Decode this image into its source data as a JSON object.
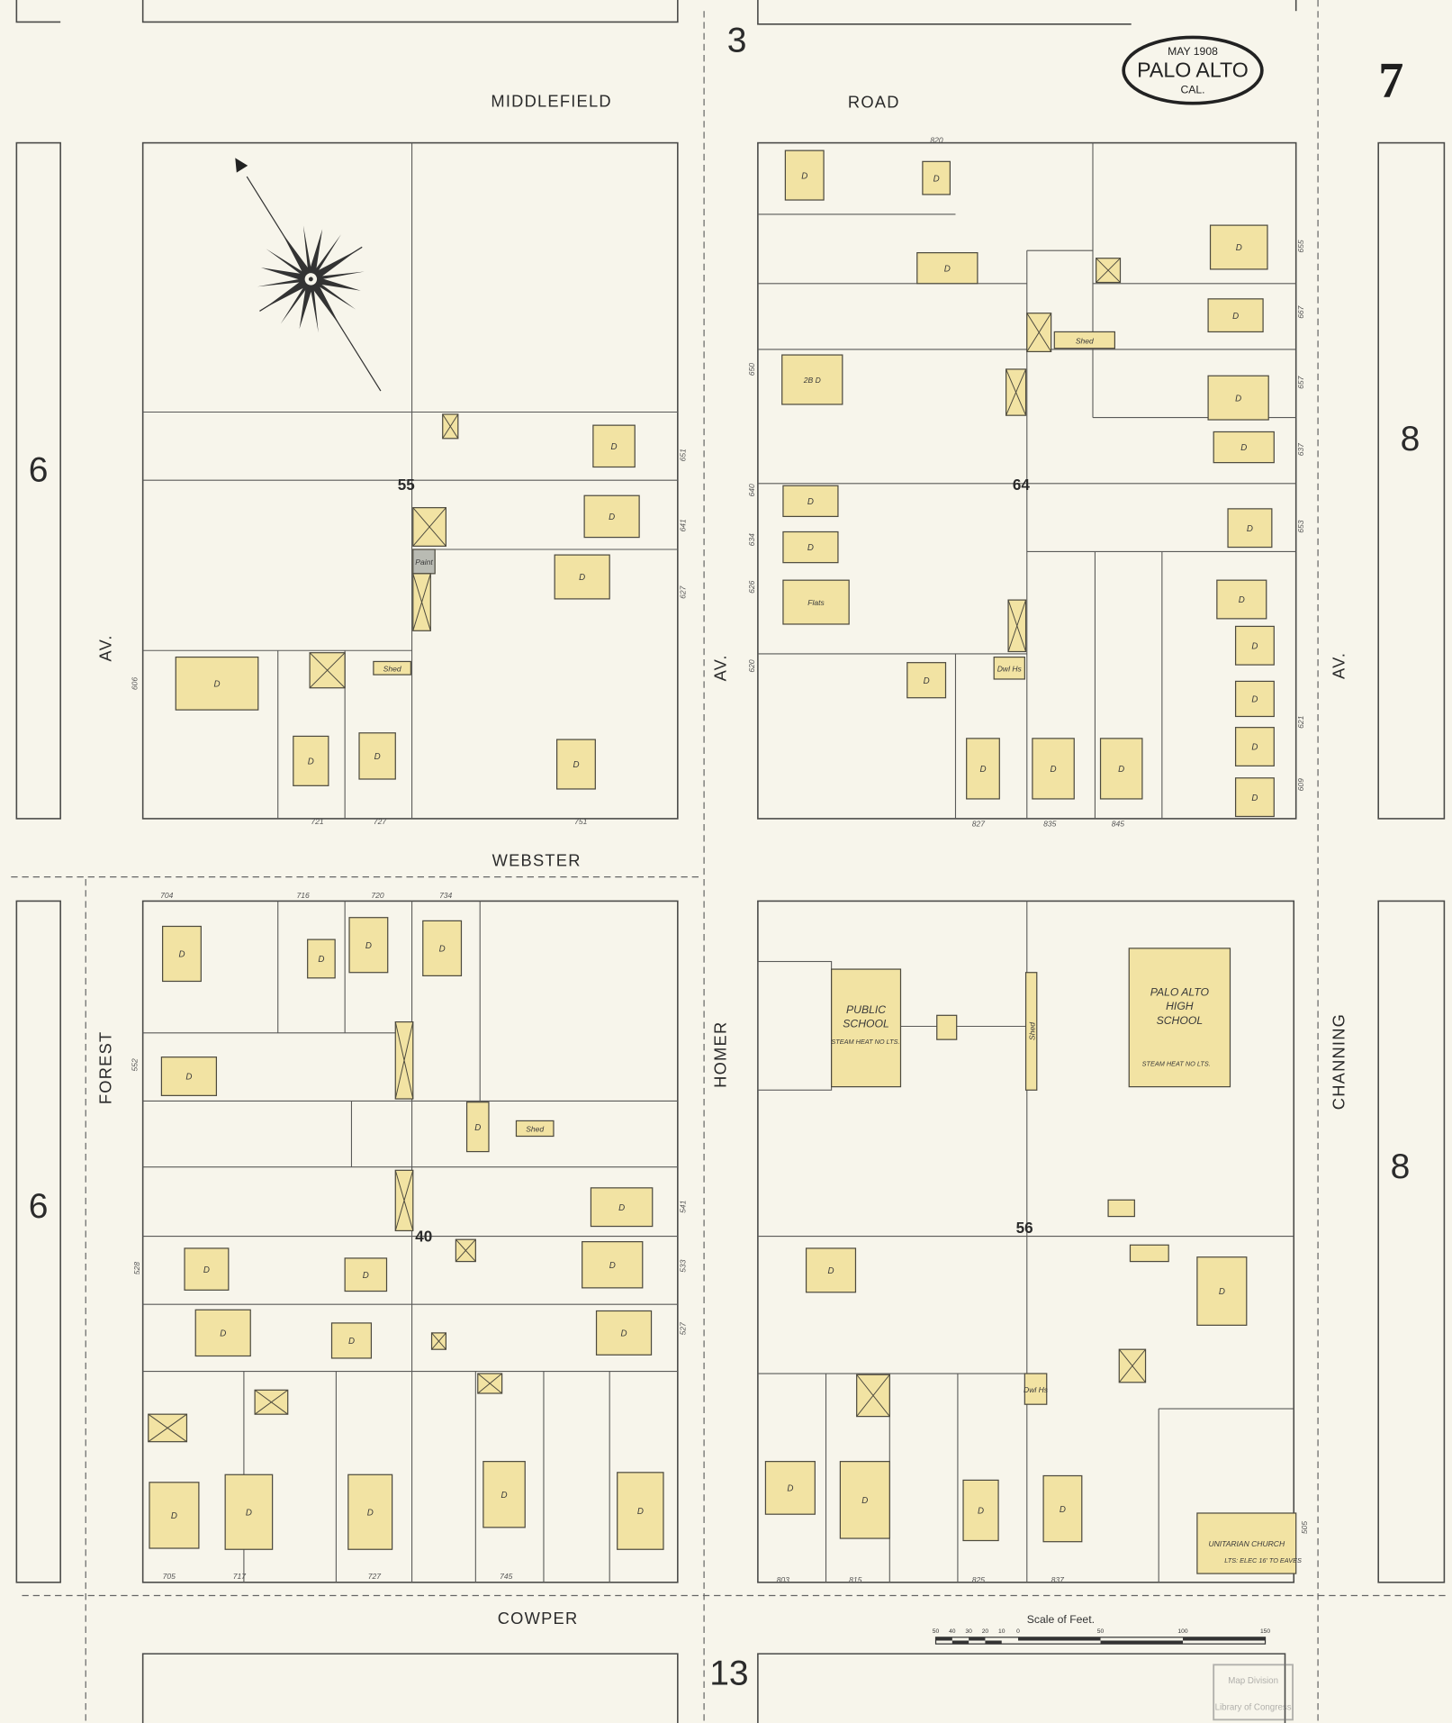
{
  "title_cartouche": {
    "date": "MAY 1908",
    "city": "PALO ALTO",
    "state": "CAL."
  },
  "sheet_number": "7",
  "adjacent_sheets": {
    "top": "3",
    "left_upper": "6",
    "left_lower": "6",
    "right_upper": "8",
    "right_lower": "8",
    "bottom": "13"
  },
  "streets": {
    "top": "MIDDLEFIELD",
    "top2": "ROAD",
    "middle": "WEBSTER",
    "bottom": "COWPER",
    "left": "FOREST",
    "left_upper": "AV.",
    "center": "HOMER",
    "center_upper": "AV.",
    "right": "CHANNING",
    "right_upper": "AV."
  },
  "block_numbers": [
    "55",
    "64",
    "40",
    "56"
  ],
  "buildings": [
    {
      "label": "D"
    },
    {
      "label": "D"
    },
    {
      "label": "D"
    },
    {
      "label": "D"
    },
    {
      "label": "D"
    },
    {
      "label": "D"
    },
    {
      "label": "D"
    },
    {
      "label": ""
    },
    {
      "label": "Shed"
    },
    {
      "label": ""
    },
    {
      "label": "Paint"
    },
    {
      "label": ""
    },
    {
      "label": ""
    },
    {
      "label": "D"
    },
    {
      "label": "D"
    },
    {
      "label": "D"
    },
    {
      "label": "D"
    },
    {
      "label": "D"
    },
    {
      "label": "D"
    },
    {
      "label": "D"
    },
    {
      "label": "D"
    },
    {
      "label": "2B D"
    },
    {
      "label": "D"
    },
    {
      "label": "D"
    },
    {
      "label": "Flats"
    },
    {
      "label": "D"
    },
    {
      "label": "D"
    },
    {
      "label": "D"
    },
    {
      "label": "D"
    },
    {
      "label": "D"
    },
    {
      "label": "D"
    },
    {
      "label": "D"
    },
    {
      "label": "D"
    },
    {
      "label": "D"
    },
    {
      "label": ""
    },
    {
      "label": ""
    },
    {
      "label": ""
    },
    {
      "label": ""
    },
    {
      "label": "Dwl Hs"
    },
    {
      "label": "Shed"
    },
    {
      "label": "D"
    },
    {
      "label": "D"
    },
    {
      "label": "D"
    },
    {
      "label": "D"
    },
    {
      "label": "D"
    },
    {
      "label": "D"
    },
    {
      "label": "D"
    },
    {
      "label": "D"
    },
    {
      "label": "D"
    },
    {
      "label": "D"
    },
    {
      "label": "D"
    },
    {
      "label": "D"
    },
    {
      "label": "D"
    },
    {
      "label": "D"
    },
    {
      "label": "D"
    },
    {
      "label": "D"
    },
    {
      "label": "D"
    },
    {
      "label": "D"
    },
    {
      "label": ""
    },
    {
      "label": ""
    },
    {
      "label": ""
    },
    {
      "label": ""
    },
    {
      "label": ""
    },
    {
      "label": ""
    },
    {
      "label": ""
    },
    {
      "label": "Shed"
    },
    {
      "label": "PUBLIC SCHOOL"
    },
    {
      "label": "PALO ALTO HIGH SCHOOL"
    },
    {
      "label": ""
    },
    {
      "label": "Shed"
    },
    {
      "label": "D"
    },
    {
      "label": "D"
    },
    {
      "label": ""
    },
    {
      "label": ""
    },
    {
      "label": ""
    },
    {
      "label": "D"
    },
    {
      "label": "D"
    },
    {
      "label": "D"
    },
    {
      "label": "D"
    },
    {
      "label": "UNITARIAN CHURCH"
    },
    {
      "label": "Dwl Hs"
    },
    {
      "label": ""
    }
  ],
  "building_notes": {
    "public_school": "STEAM HEAT  NO LTS.",
    "high_school": "STEAM HEAT  NO LTS.",
    "church": "LTS: ELEC  16' TO EAVES"
  },
  "house_numbers": [
    "820",
    "721",
    "727",
    "751",
    "704",
    "716",
    "720",
    "734",
    "705",
    "717",
    "727",
    "745",
    "803",
    "815",
    "825",
    "837",
    "827",
    "835",
    "845",
    "650",
    "640",
    "634",
    "626",
    "620",
    "606",
    "552",
    "528",
    "541",
    "533",
    "527",
    "505",
    "651",
    "641",
    "627",
    "657",
    "667",
    "653",
    "637",
    "621",
    "609",
    "655"
  ],
  "scale_bar": {
    "title": "Scale of Feet.",
    "ticks": [
      "50",
      "40",
      "30",
      "20",
      "10",
      "0",
      "50",
      "100",
      "150"
    ]
  },
  "stamp": {
    "line1": "Map Division",
    "line2": "Library of Congress"
  },
  "colors": {
    "paper": "#f7f5eb",
    "frame_building": "#f2e3a3",
    "ink": "#2b2b2b"
  }
}
